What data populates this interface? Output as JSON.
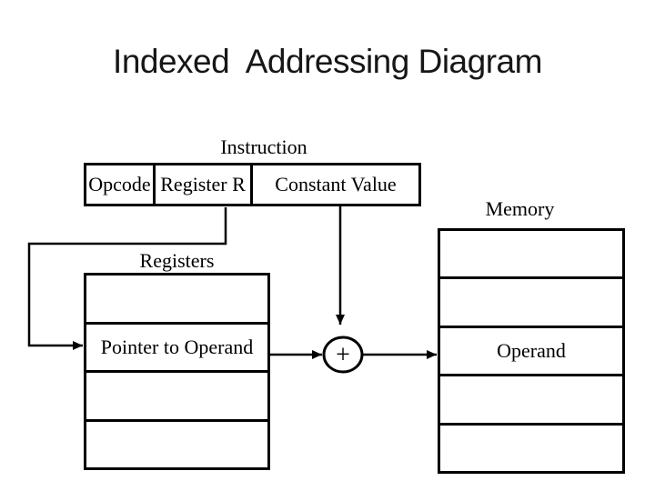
{
  "slide": {
    "title": "Indexed  Addressing Diagram"
  },
  "instruction": {
    "label": "Instruction",
    "fields": [
      {
        "label": "Opcode"
      },
      {
        "label": "Register R"
      },
      {
        "label": "Constant Value"
      }
    ]
  },
  "registers": {
    "label": "Registers",
    "rows": [
      "",
      "Pointer to Operand",
      "",
      ""
    ]
  },
  "memory": {
    "label": "Memory",
    "rows": [
      "",
      "",
      "Operand",
      "",
      ""
    ]
  },
  "adder": {
    "symbol": "+"
  },
  "colors": {
    "line": "#000000",
    "title_text": "#161616",
    "background": "#ffffff"
  }
}
